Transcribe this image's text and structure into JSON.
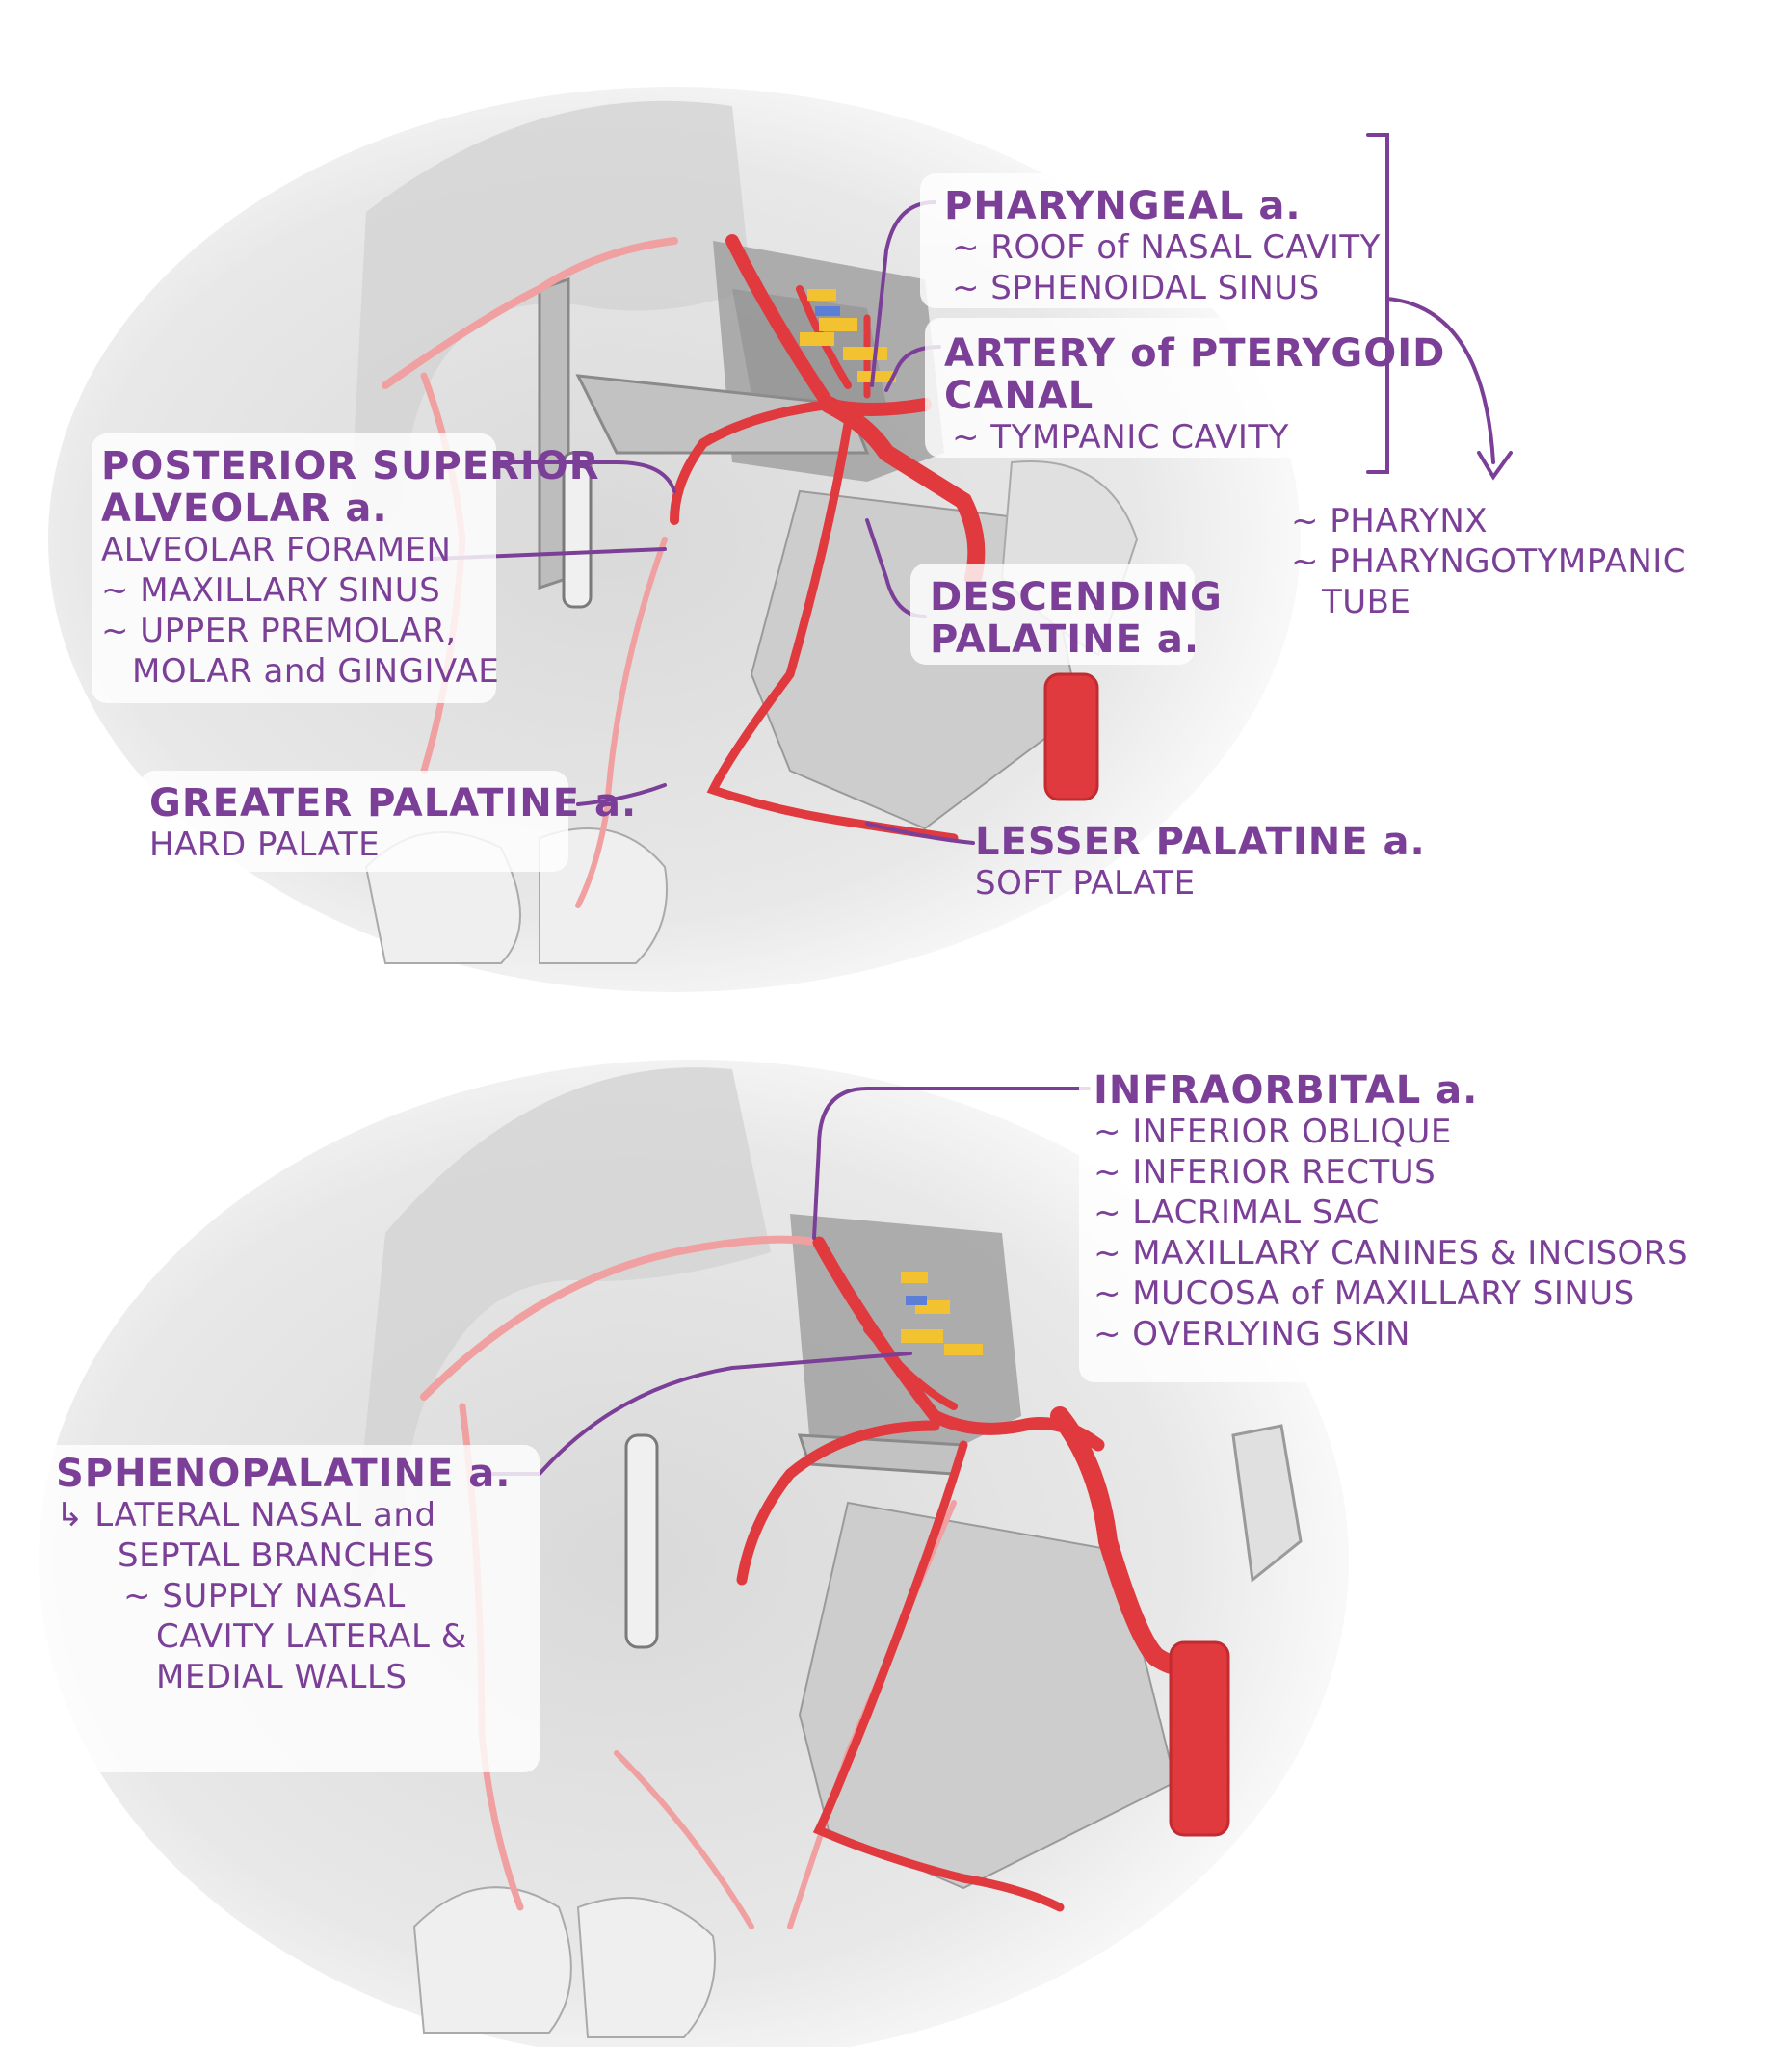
{
  "panel_top": {
    "pharyngeal": {
      "name": "PHARYNGEAL a.",
      "items": [
        "~ ROOF of NASAL CAVITY",
        "~ SPHENOIDAL SINUS"
      ]
    },
    "pterygoid_canal": {
      "name_line1": "ARTERY of PTERYGOID",
      "name_line2": "CANAL",
      "items": [
        "~ TYMPANIC CAVITY"
      ]
    },
    "shared_supply": [
      "~ PHARYNX",
      "~ PHARYNGOTYMPANIC",
      "TUBE"
    ],
    "posterior_superior_alveolar": {
      "name_line1": "POSTERIOR SUPERIOR",
      "name_line2": "ALVEOLAR a.",
      "foramen": "ALVEOLAR FORAMEN",
      "items": [
        "~ MAXILLARY SINUS",
        "~ UPPER PREMOLAR,",
        "MOLAR and GINGIVAE"
      ]
    },
    "descending_palatine": {
      "name_line1": "DESCENDING",
      "name_line2": "PALATINE a."
    },
    "greater_palatine": {
      "name": "GREATER PALATINE a.",
      "items": [
        "HARD PALATE"
      ]
    },
    "lesser_palatine": {
      "name": "LESSER PALATINE a.",
      "items": [
        "SOFT PALATE"
      ]
    }
  },
  "panel_bottom": {
    "infraorbital": {
      "name": "INFRAORBITAL a.",
      "items": [
        "~ INFERIOR OBLIQUE",
        "~ INFERIOR RECTUS",
        "~ LACRIMAL SAC",
        "~ MAXILLARY CANINES & INCISORS",
        "~ MUCOSA of MAXILLARY SINUS",
        "~ OVERLYING SKIN"
      ]
    },
    "sphenopalatine": {
      "name": "SPHENOPALATINE a.",
      "branches_line1": "↳ LATERAL NASAL and",
      "branches_line2": "SEPTAL BRANCHES",
      "items": [
        "~ SUPPLY NASAL",
        "CAVITY LATERAL &",
        "MEDIAL WALLS"
      ]
    }
  },
  "colors": {
    "label": "#7b3f98",
    "artery": "#e0393e",
    "bone": "#c9c9c9",
    "nerve": "#f2c230",
    "vein": "#5b7fd6"
  }
}
